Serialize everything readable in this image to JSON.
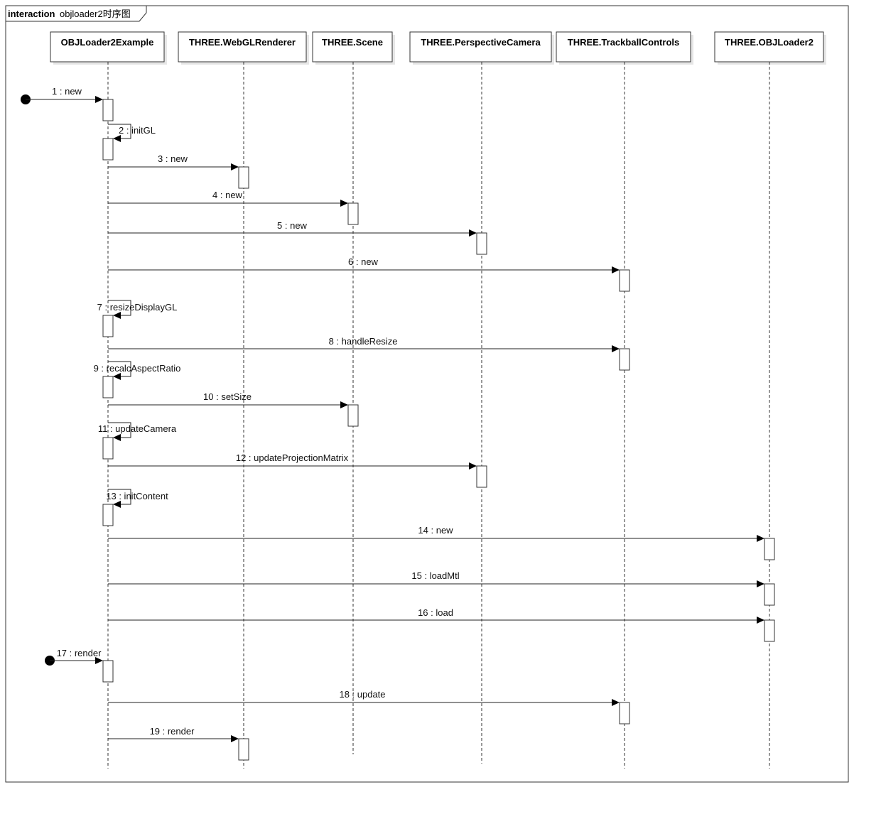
{
  "frame": {
    "keyword": "interaction",
    "name": "objloader2时序图"
  },
  "lifelines": [
    {
      "id": "example",
      "name": "OBJLoader2Example"
    },
    {
      "id": "renderer",
      "name": "THREE.WebGLRenderer"
    },
    {
      "id": "scene",
      "name": "THREE.Scene"
    },
    {
      "id": "camera",
      "name": "THREE.PerspectiveCamera"
    },
    {
      "id": "controls",
      "name": "THREE.TrackballControls"
    },
    {
      "id": "loader",
      "name": "THREE.OBJLoader2"
    }
  ],
  "messages": [
    {
      "seq": 1,
      "label": "1 : new",
      "from": "found",
      "to": "example"
    },
    {
      "seq": 2,
      "label": "2 : initGL",
      "from": "example",
      "to": "example"
    },
    {
      "seq": 3,
      "label": "3 : new",
      "from": "example",
      "to": "renderer"
    },
    {
      "seq": 4,
      "label": "4 : new",
      "from": "example",
      "to": "scene"
    },
    {
      "seq": 5,
      "label": "5 : new",
      "from": "example",
      "to": "camera"
    },
    {
      "seq": 6,
      "label": "6 : new",
      "from": "example",
      "to": "controls"
    },
    {
      "seq": 7,
      "label": "7 : resizeDisplayGL",
      "from": "example",
      "to": "example"
    },
    {
      "seq": 8,
      "label": "8 : handleResize",
      "from": "example",
      "to": "controls"
    },
    {
      "seq": 9,
      "label": "9 : recalcAspectRatio",
      "from": "example",
      "to": "example"
    },
    {
      "seq": 10,
      "label": "10 : setSize",
      "from": "example",
      "to": "scene"
    },
    {
      "seq": 11,
      "label": "11 : updateCamera",
      "from": "example",
      "to": "example"
    },
    {
      "seq": 12,
      "label": "12 : updateProjectionMatrix",
      "from": "example",
      "to": "camera"
    },
    {
      "seq": 13,
      "label": "13 : initContent",
      "from": "example",
      "to": "example"
    },
    {
      "seq": 14,
      "label": "14 : new",
      "from": "example",
      "to": "loader"
    },
    {
      "seq": 15,
      "label": "15 : loadMtl",
      "from": "example",
      "to": "loader"
    },
    {
      "seq": 16,
      "label": "16 : load",
      "from": "example",
      "to": "loader"
    },
    {
      "seq": 17,
      "label": "17 : render",
      "from": "found",
      "to": "example"
    },
    {
      "seq": 18,
      "label": "18 : update",
      "from": "example",
      "to": "controls"
    },
    {
      "seq": 19,
      "label": "19 : render",
      "from": "example",
      "to": "renderer"
    }
  ]
}
